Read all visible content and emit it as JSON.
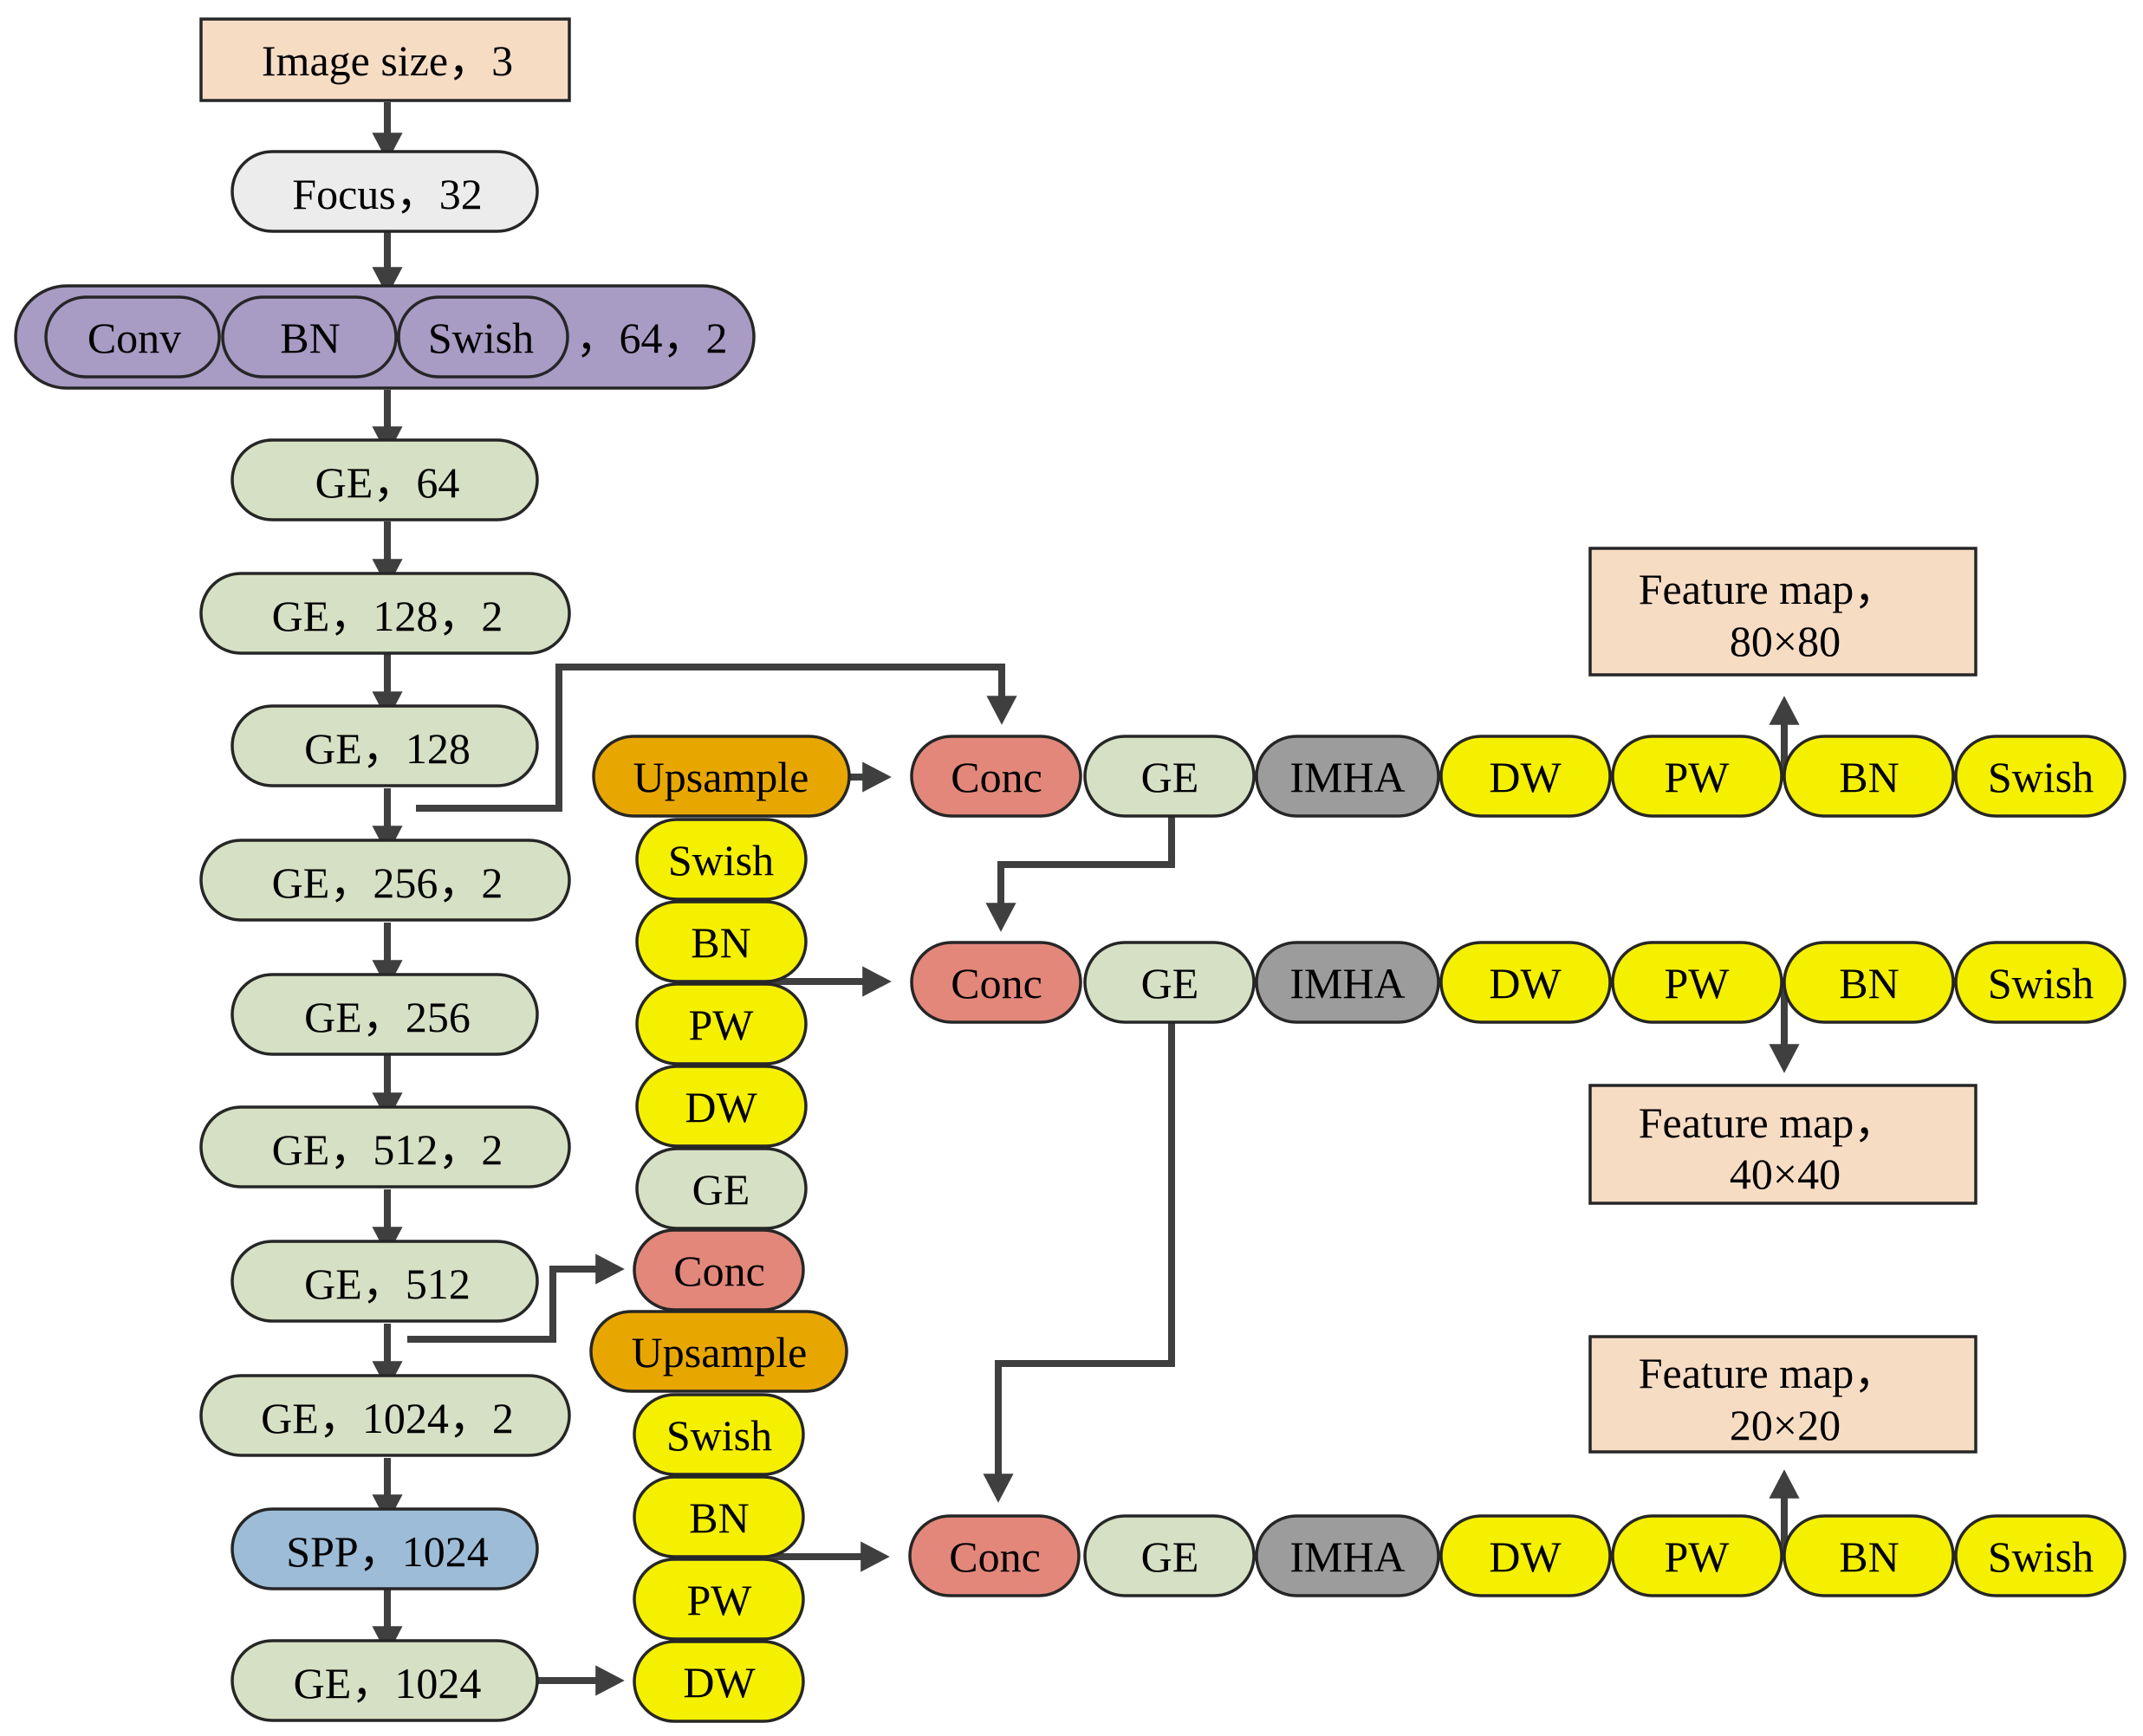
{
  "palette": {
    "input": "#f7dcc4",
    "focus": "#ececec",
    "conv_block": "#a89bc4",
    "ge": "#d6e0c4",
    "spp": "#9dbcd8",
    "upsample": "#e8a700",
    "yellow": "#f4f000",
    "conc": "#e3877b",
    "imha": "#9c9c9c",
    "feature": "#f7dcc4",
    "arrow": "#3f3f3f"
  },
  "backbone": {
    "input": "Image size，3",
    "focus": "Focus，32",
    "cbs": {
      "conv": "Conv",
      "bn": "BN",
      "swish": "Swish",
      "suffix": "，64，2"
    },
    "ge1": "GE，64",
    "ge2": "GE，128，2",
    "ge3": "GE，128",
    "ge4": "GE，256，2",
    "ge5": "GE，256",
    "ge6": "GE，512，2",
    "ge7": "GE，512",
    "ge8": "GE，1024，2",
    "spp": "SPP，1024",
    "ge9": "GE，1024"
  },
  "neck_upper": {
    "upsample": "Upsample",
    "swish": "Swish",
    "bn": "BN",
    "pw": "PW",
    "dw": "DW",
    "ge": "GE",
    "conc": "Conc"
  },
  "neck_lower": {
    "upsample": "Upsample",
    "swish": "Swish",
    "bn": "BN",
    "pw": "PW",
    "dw": "DW"
  },
  "head_rows": {
    "row1": {
      "conc": "Conc",
      "ge": "GE",
      "imha": "IMHA",
      "dw": "DW",
      "pw": "PW",
      "bn": "BN",
      "swish": "Swish"
    },
    "row2": {
      "conc": "Conc",
      "ge": "GE",
      "imha": "IMHA",
      "dw": "DW",
      "pw": "PW",
      "bn": "BN",
      "swish": "Swish"
    },
    "row3": {
      "conc": "Conc",
      "ge": "GE",
      "imha": "IMHA",
      "dw": "DW",
      "pw": "PW",
      "bn": "BN",
      "swish": "Swish"
    }
  },
  "outputs": {
    "fm80": {
      "line1": "Feature map，",
      "line2": "80×80"
    },
    "fm40": {
      "line1": "Feature map，",
      "line2": "40×40"
    },
    "fm20": {
      "line1": "Feature map，",
      "line2": "20×20"
    }
  }
}
